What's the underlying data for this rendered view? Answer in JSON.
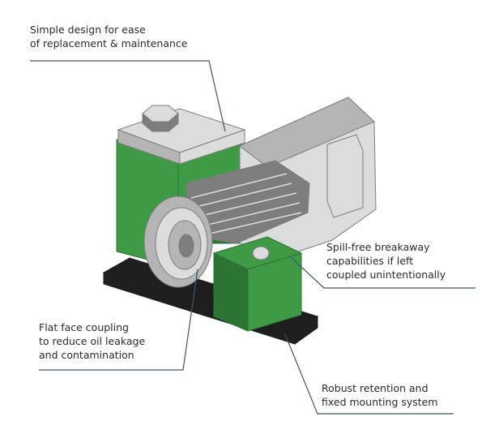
{
  "callouts": [
    {
      "id": "replacement",
      "lines": [
        "Simple design for ease",
        "of replacement & maintenance"
      ]
    },
    {
      "id": "spill-free",
      "lines": [
        "Spill-free breakaway",
        "capabilities if left",
        "coupled unintentionally"
      ]
    },
    {
      "id": "flat-face",
      "lines": [
        "Flat face coupling",
        "to reduce oil leakage",
        "and contamination"
      ]
    },
    {
      "id": "retention",
      "lines": [
        "Robust retention and",
        "fixed mounting system"
      ]
    }
  ],
  "colors": {
    "housing_green": "#3f9a46",
    "housing_green_dark": "#2c7434",
    "metal_light": "#dcdcdc",
    "metal_mid": "#b5b5b5",
    "metal_dark": "#7d7d7d",
    "base_black": "#1e1e1e",
    "leader_line": "#3b5470"
  }
}
